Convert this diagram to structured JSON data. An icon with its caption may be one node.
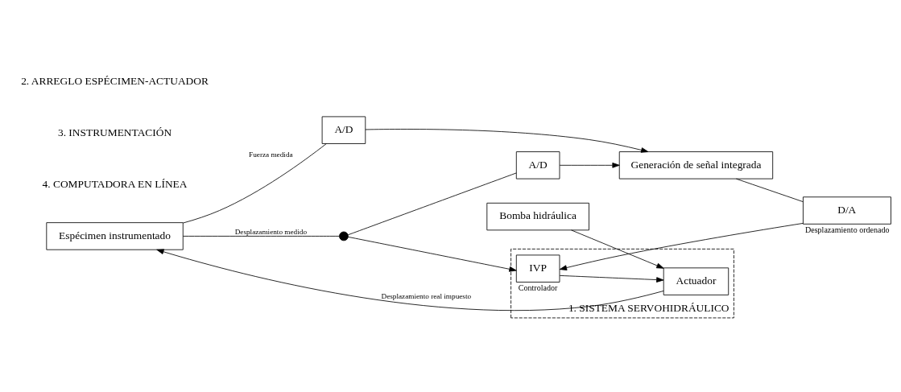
{
  "diagram": {
    "nodes": [
      {
        "text": [
          "Generación de señal integrada"
        ]
      },
      {
        "text": [
          "D/A"
        ],
        "beside": [
          "Desplazamiento ordenado"
        ]
      },
      {
        "text": [
          "1. SISTEMA SERVOHIDRÁULICO"
        ]
      },
      {
        "text": [
          "IVP"
        ],
        "in": 2,
        "beside": [
          "Controlador"
        ]
      },
      {
        "text": [
          "Actuador"
        ],
        "in": 2
      },
      {
        "text": [
          "Bomba hidráulica"
        ]
      },
      {
        "text": [
          "Espécimen instrumentado"
        ]
      },
      {
        "text": [
          "A/D"
        ]
      },
      {
        "text": [
          "A/D"
        ]
      },
      {
        "text": [],
        "shape": "circle"
      }
    ],
    "edges": [
      {
        "from": 0,
        "to": 1,
        "arrow": "none"
      },
      {
        "from": 1,
        "to": 3,
        "arrow": "to"
      },
      {
        "from": 3,
        "to": 4,
        "arrow": "to"
      },
      {
        "from": 5,
        "to": 4,
        "arrow": "to"
      },
      {
        "from": 4,
        "to": 6,
        "arrow": "to",
        "label": "Desplazamiento real impuesto"
      },
      {
        "from": 6,
        "to": 9,
        "arrow": "none",
        "label": "Desplazamiento medido"
      },
      {
        "from": 9,
        "to": 3,
        "arrow": "to"
      },
      {
        "from": 9,
        "to": 7,
        "arrow": "none"
      },
      {
        "from": 7,
        "to": 0,
        "arrow": "to"
      },
      {
        "from": 6,
        "to": 8,
        "arrow": "none",
        "label": "Fuerza medida"
      },
      {
        "from": 8,
        "to": 0,
        "arrow": "to"
      }
    ],
    "labels": [
      "4. COMPUTADORA EN LÍNEA",
      "3. INSTRUMENTACIÓN",
      "2. ARREGLO ESPÉCIMEN-ACTUADOR"
    ]
  }
}
